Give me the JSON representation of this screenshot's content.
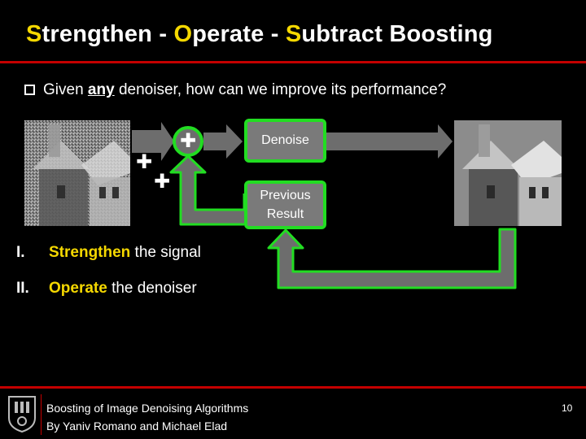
{
  "title": {
    "s_letter": "S",
    "strengthen_rest": "trengthen - ",
    "o_letter": "O",
    "operate_rest": "perate - ",
    "s2_letter": "S",
    "subtract_rest": "ubtract Boosting"
  },
  "question": {
    "pre": "Given ",
    "emph": "any",
    "post": " denoiser, how can we improve its performance?"
  },
  "diagram": {
    "denoise_label": "Denoise",
    "prev_label_line1": "Previous",
    "prev_label_line2": "Result",
    "plus_symbol": "✚",
    "arrow_color": "#6d6d6d",
    "accent_green": "#22dd22"
  },
  "steps": [
    {
      "num": "I.",
      "keyword": "Strengthen",
      "rest": " the signal"
    },
    {
      "num": "II.",
      "keyword": "Operate",
      "rest": " the denoiser"
    }
  ],
  "footer": {
    "line1": "Boosting of Image Denoising Algorithms",
    "line2": "By Yaniv Romano and Michael Elad",
    "page": "10"
  },
  "colors": {
    "highlight": "#f5d800",
    "rule": "#c40000"
  }
}
